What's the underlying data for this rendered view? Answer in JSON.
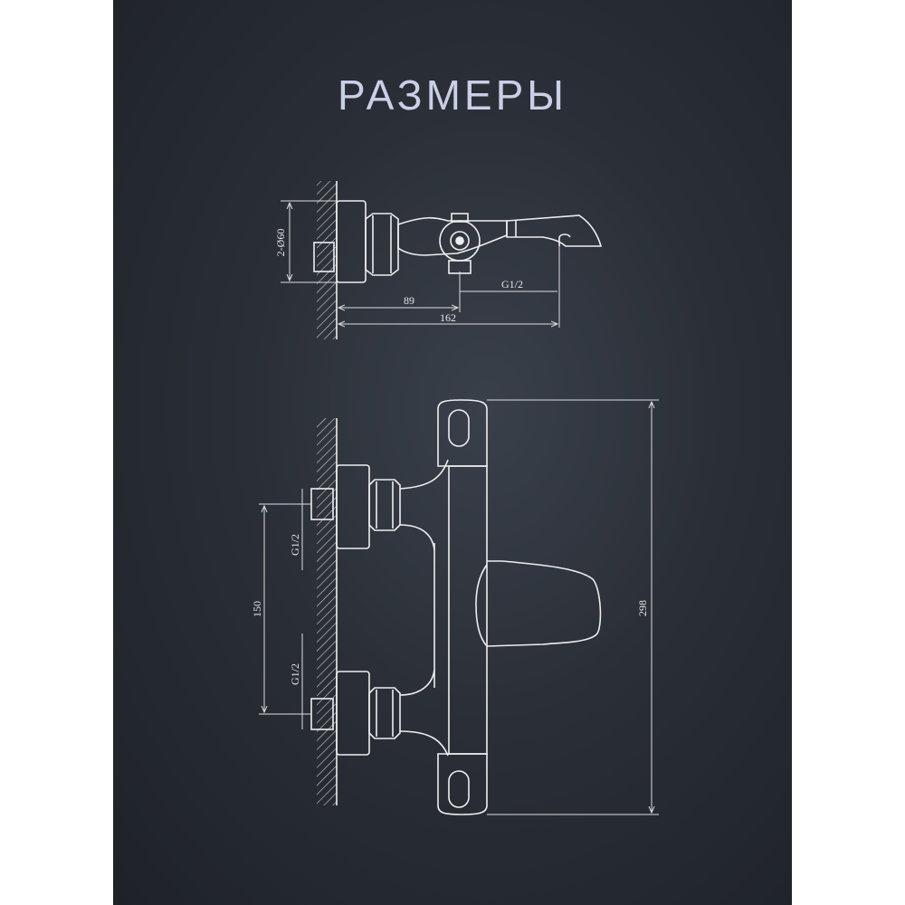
{
  "title": "РАЗМЕРЫ",
  "colors": {
    "panel": "#2a2f37",
    "line": "#eeeeee",
    "title": "#c9cfe6"
  },
  "top_view": {
    "dim_diameter": "2-Ø60",
    "dim_89": "89",
    "dim_162": "162",
    "dim_thread": "G1/2"
  },
  "front_view": {
    "dim_thread_upper": "G1/2",
    "dim_thread_lower": "G1/2",
    "dim_150": "150",
    "dim_298": "298"
  }
}
